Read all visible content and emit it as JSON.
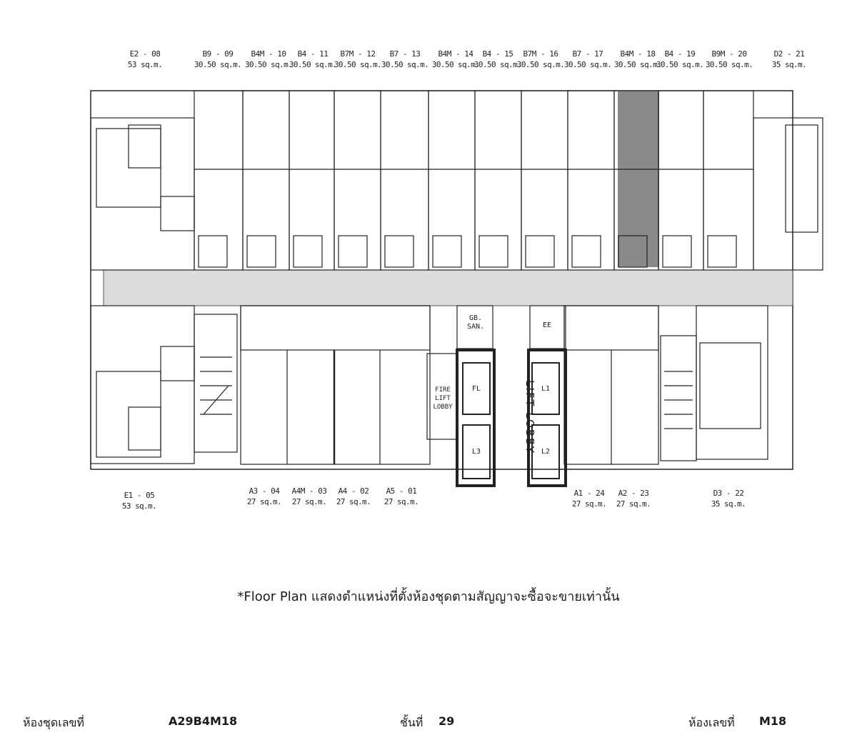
{
  "top_units": [
    {
      "code": "E2 - 08",
      "area": "53 sq.m."
    },
    {
      "code": "B9 - 09",
      "area": "30.50 sq.m."
    },
    {
      "code": "B4M - 10",
      "area": "30.50 sq.m."
    },
    {
      "code": "B4 - 11",
      "area": "30.50 sq.m."
    },
    {
      "code": "B7M - 12",
      "area": "30.50 sq.m."
    },
    {
      "code": "B7 - 13",
      "area": "30.50 sq.m."
    },
    {
      "code": "B4M - 14",
      "area": "30.50 sq.m."
    },
    {
      "code": "B4 - 15",
      "area": "30.50 sq.m."
    },
    {
      "code": "B7M - 16",
      "area": "30.50 sq.m."
    },
    {
      "code": "B7 - 17",
      "area": "30.50 sq.m."
    },
    {
      "code": "B4M - 18",
      "area": "30.50 sq.m."
    },
    {
      "code": "B4 - 19",
      "area": "30.50 sq.m."
    },
    {
      "code": "B9M - 20",
      "area": "30.50 sq.m."
    },
    {
      "code": "D2 - 21",
      "area": "35 sq.m."
    }
  ],
  "bottom_units": [
    {
      "code": "E1 - 05",
      "area": "53 sq.m."
    },
    {
      "code": "A3 - 04",
      "area": "27 sq.m."
    },
    {
      "code": "A4M - 03",
      "area": "27 sq.m."
    },
    {
      "code": "A4 - 02",
      "area": "27 sq.m."
    },
    {
      "code": "A5 - 01",
      "area": "27 sq.m."
    },
    {
      "code": "A1 - 24",
      "area": "27 sq.m."
    },
    {
      "code": "A2 - 23",
      "area": "27 sq.m."
    },
    {
      "code": "D3 - 22",
      "area": "35 sq.m."
    }
  ],
  "rooms": {
    "gb_san_line1": "GB.",
    "gb_san_line2": "SAN.",
    "ee": "EE",
    "fire_lift_lobby_line1": "FIRE LIFT",
    "fire_lift_lobby_line2": "LOBBY",
    "lift_lobby": "LIFT LOBBY",
    "lifts": [
      "FL",
      "L1",
      "L2",
      "L3"
    ]
  },
  "highlighted_unit": "B4M - 18",
  "highlight_color": "#8a8a8a",
  "corridor_color": "#dcdcdc",
  "note": "*Floor Plan แสดงตำแหน่งที่ตั้งห้องชุดตามสัญญาจะซื้อจะขายเท่านั้น",
  "footer": {
    "unit_no_label": "ห้องชุดเลขที่",
    "unit_no_value": "A29B4M18",
    "floor_label": "ชั้นที่",
    "floor_value": "29",
    "room_label": "ห้องเลขที่",
    "room_value": "M18"
  }
}
